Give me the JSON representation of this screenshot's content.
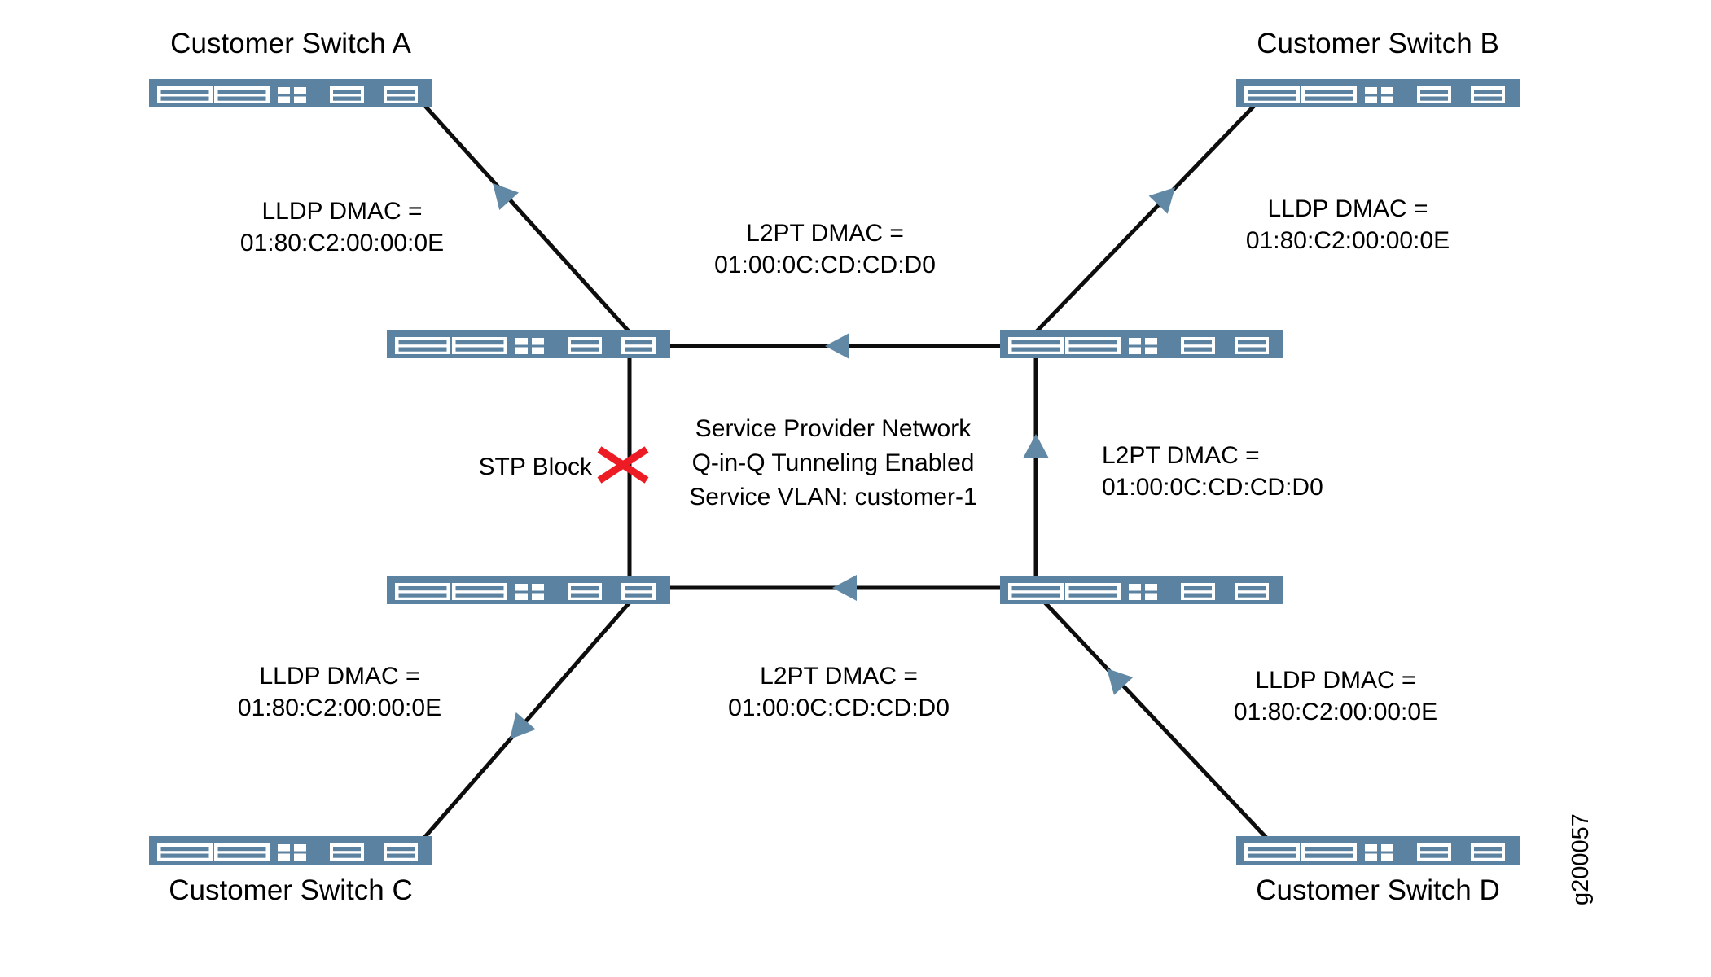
{
  "diagram": {
    "type": "network-topology",
    "figure_id": "g200057",
    "colors": {
      "switch_fill": "#5b83a1",
      "arrow_fill": "#6189a6",
      "line": "#0d0d0d",
      "stp_block_x": "#ed1c24",
      "text": "#000000"
    },
    "customer_switches": [
      {
        "id": "A",
        "icon": "network-switch",
        "label": "Customer Switch A"
      },
      {
        "id": "B",
        "icon": "network-switch",
        "label": "Customer Switch B"
      },
      {
        "id": "C",
        "icon": "network-switch",
        "label": "Customer Switch C"
      },
      {
        "id": "D",
        "icon": "network-switch",
        "label": "Customer Switch D"
      }
    ],
    "provider_switch_count": 4,
    "link_labels": {
      "lldp": {
        "line1": "LLDP DMAC =",
        "line2": "01:80:C2:00:00:0E"
      },
      "l2pt": {
        "line1": "L2PT DMAC =",
        "line2": "01:00:0C:CD:CD:D0"
      }
    },
    "stp_block": {
      "label": "STP Block"
    },
    "provider_network": {
      "line1": "Service Provider Network",
      "line2": "Q-in-Q Tunneling Enabled",
      "line3": "Service VLAN: customer-1"
    }
  }
}
